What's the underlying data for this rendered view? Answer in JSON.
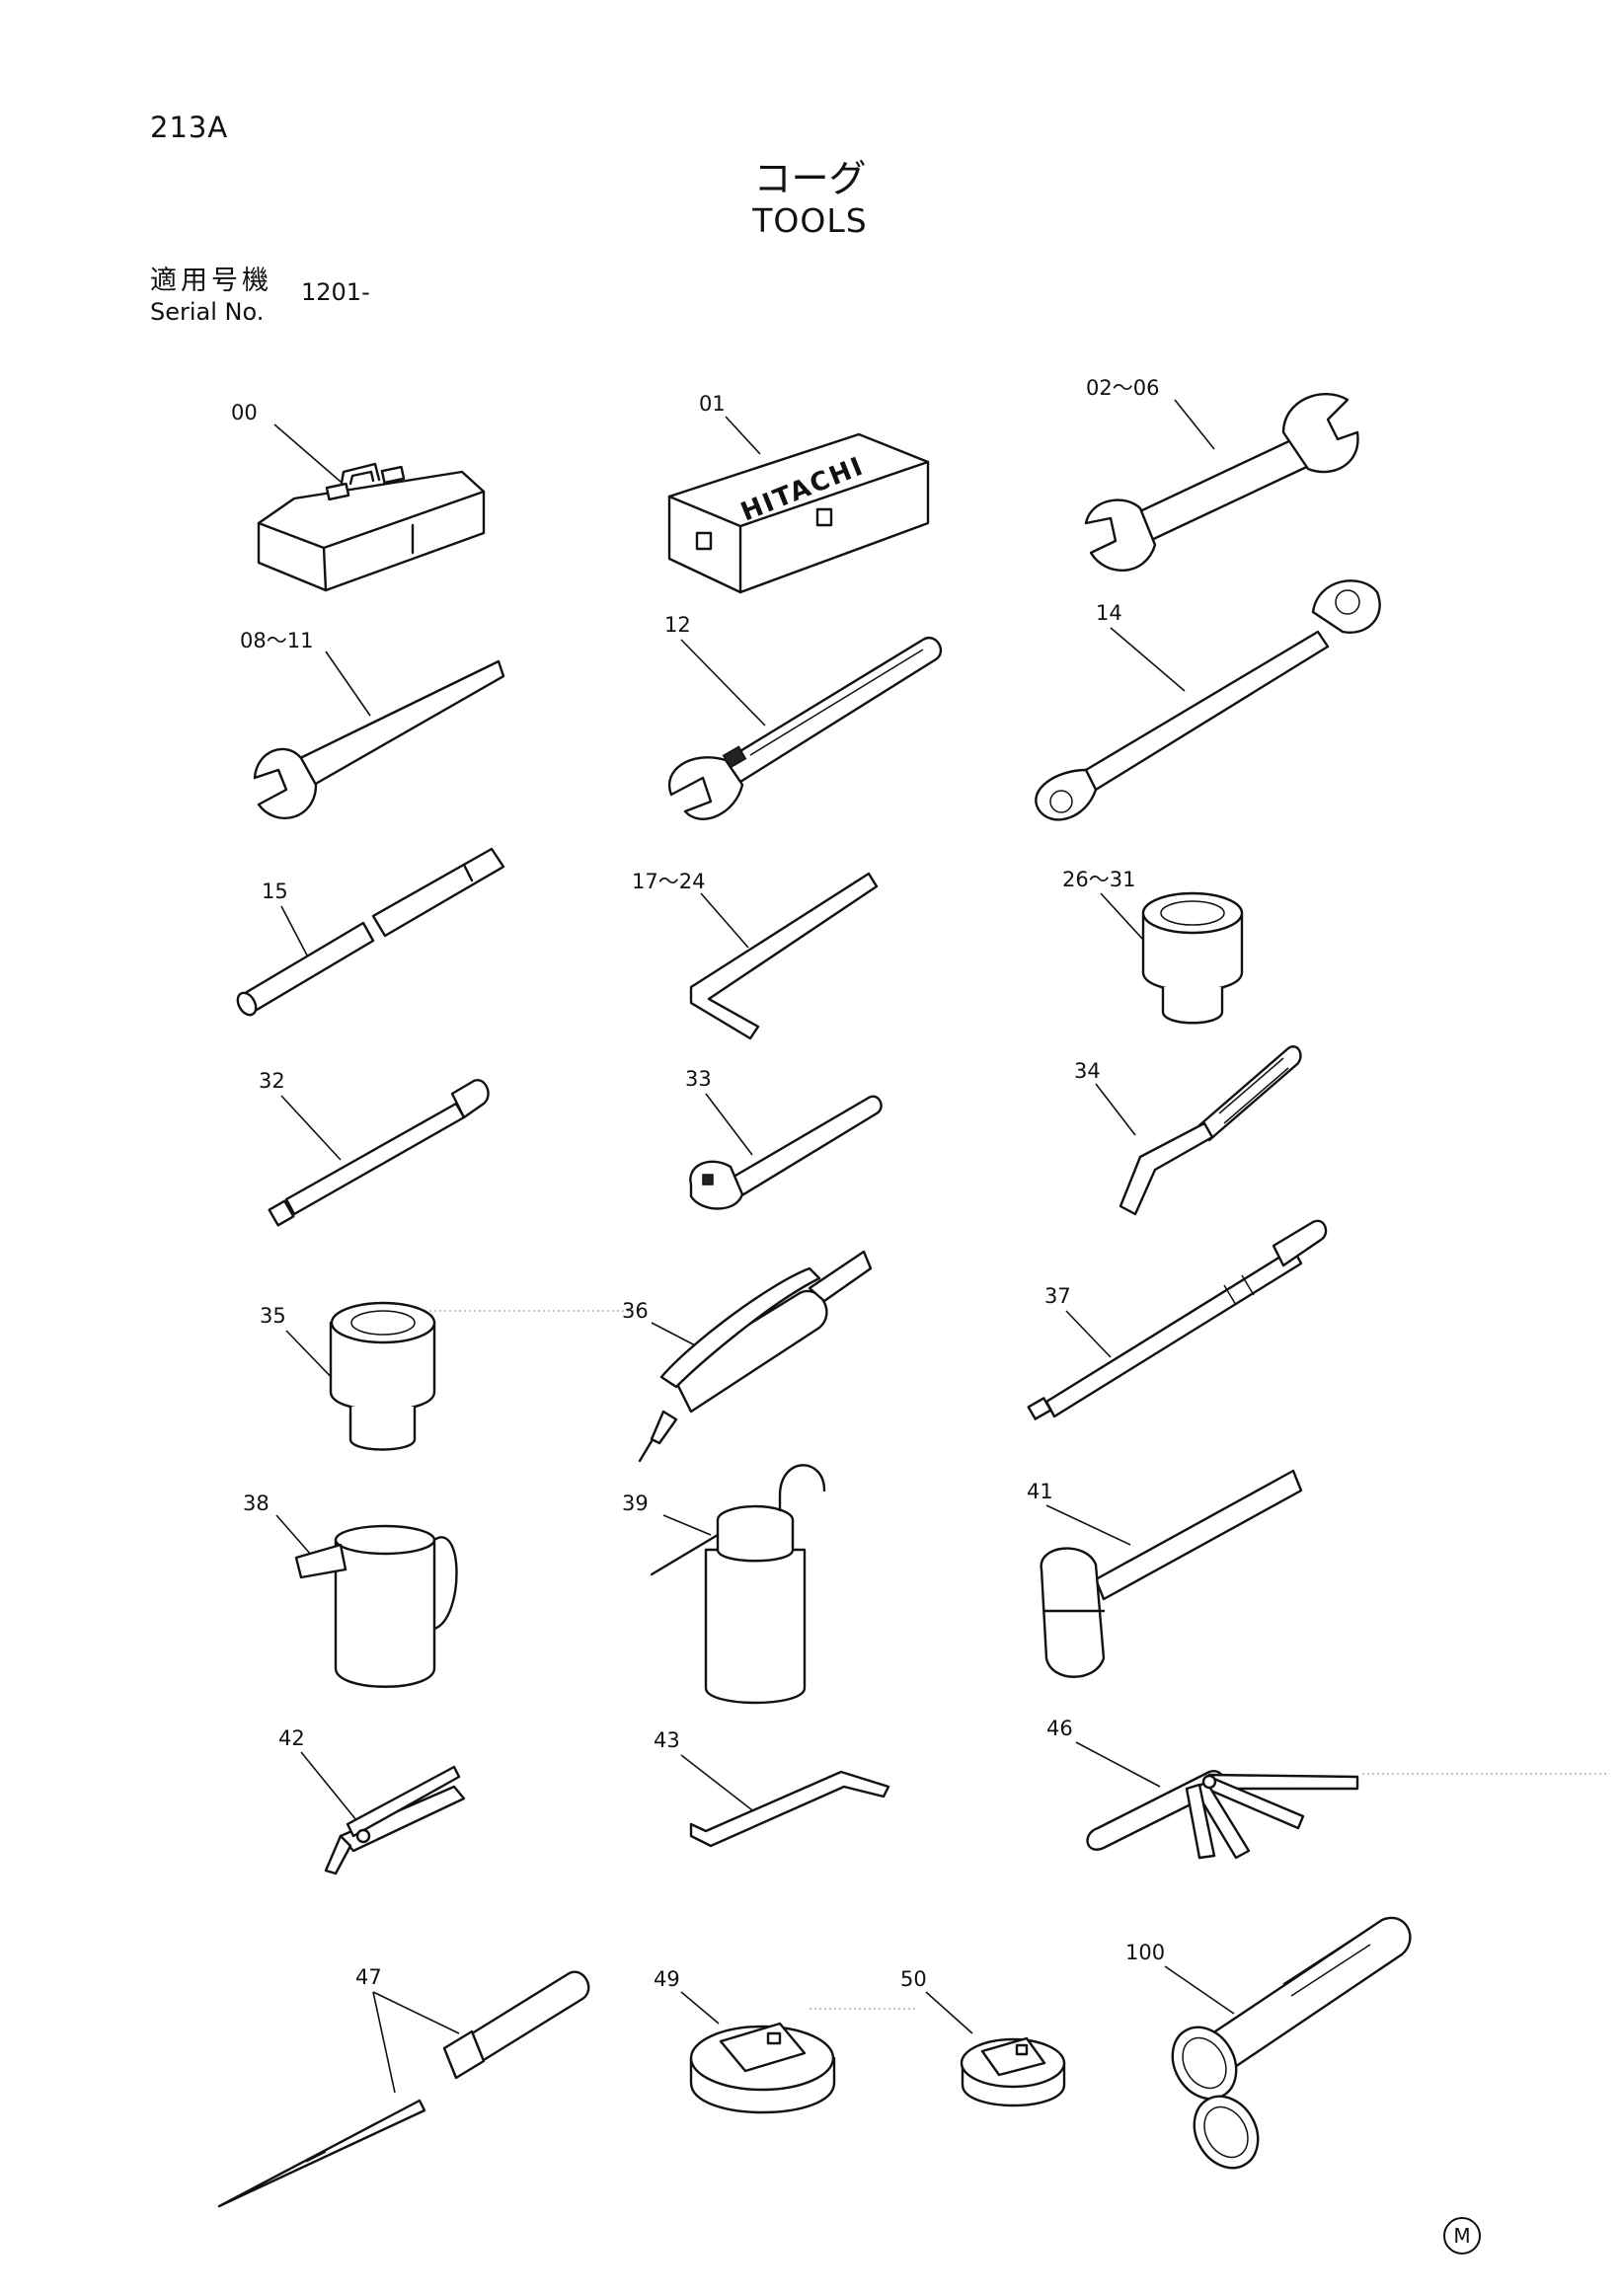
{
  "page": {
    "id": "213A",
    "title_jp": "コーグ",
    "title_en": "TOOLS",
    "serial_label_jp": "適用号機",
    "serial_label_en": "Serial No.",
    "serial_value": "1201-",
    "mark": "M"
  },
  "callouts": {
    "c00": "00",
    "c01": "01",
    "c02": "02～06",
    "c08": "08～11",
    "c12": "12",
    "c14": "14",
    "c15": "15",
    "c17": "17～24",
    "c26": "26～31",
    "c32": "32",
    "c33": "33",
    "c34": "34",
    "c35": "35",
    "c36": "36",
    "c37": "37",
    "c38": "38",
    "c39": "39",
    "c41": "41",
    "c42": "42",
    "c43": "43",
    "c46": "46",
    "c47": "47",
    "c49": "49",
    "c50": "50",
    "c100": "100"
  },
  "toolbox_lettering": "HITACHI"
}
